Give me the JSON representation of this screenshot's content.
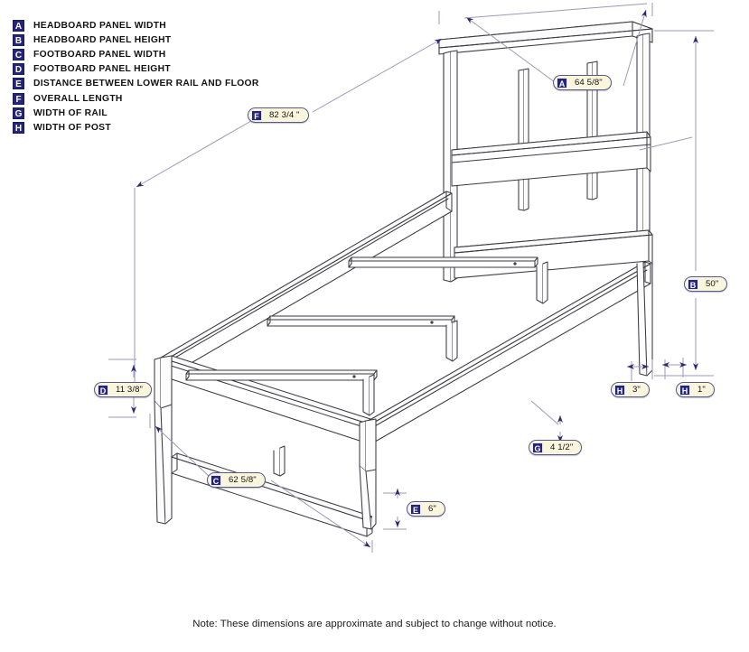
{
  "legend": {
    "items": [
      {
        "key": "A",
        "label": "HEADBOARD PANEL WIDTH"
      },
      {
        "key": "B",
        "label": "HEADBOARD PANEL HEIGHT"
      },
      {
        "key": "C",
        "label": "FOOTBOARD PANEL WIDTH"
      },
      {
        "key": "D",
        "label": "FOOTBOARD PANEL HEIGHT"
      },
      {
        "key": "E",
        "label": "DISTANCE BETWEEN LOWER RAIL AND FLOOR"
      },
      {
        "key": "F",
        "label": "OVERALL LENGTH"
      },
      {
        "key": "G",
        "label": "WIDTH OF RAIL"
      },
      {
        "key": "H",
        "label": "WIDTH OF POST"
      }
    ]
  },
  "callouts": [
    {
      "id": "A",
      "key": "A",
      "value": "64 5/8\""
    },
    {
      "id": "F",
      "key": "F",
      "value": "82 3/4 \""
    },
    {
      "id": "B",
      "key": "B",
      "value": "50\""
    },
    {
      "id": "D",
      "key": "D",
      "value": "11 3/8\""
    },
    {
      "id": "H1",
      "key": "H",
      "value": "3\""
    },
    {
      "id": "H2",
      "key": "H",
      "value": "1\""
    },
    {
      "id": "G",
      "key": "G",
      "value": "4 1/2\""
    },
    {
      "id": "C",
      "key": "C",
      "value": "62 5/8\""
    },
    {
      "id": "E",
      "key": "E",
      "value": "6\""
    }
  ],
  "footer": {
    "note": "Note:  These dimensions are approximate and subject to change without notice."
  },
  "colors": {
    "badge": "#24247a",
    "callout_bg": "#faf6dd",
    "callout_border": "#5a5a86",
    "dimension_line": "#9a9ab8",
    "arrow": "#2a2a6e",
    "furniture_line": "#3b3b42",
    "text": "#121212"
  },
  "drawing": {
    "title": "isometric platform bed dimension drawing",
    "parts": [
      "headboard-panel",
      "headboard-posts",
      "side-rail",
      "footboard-rail",
      "footboard-posts",
      "cross-slats",
      "center-support-legs"
    ]
  }
}
